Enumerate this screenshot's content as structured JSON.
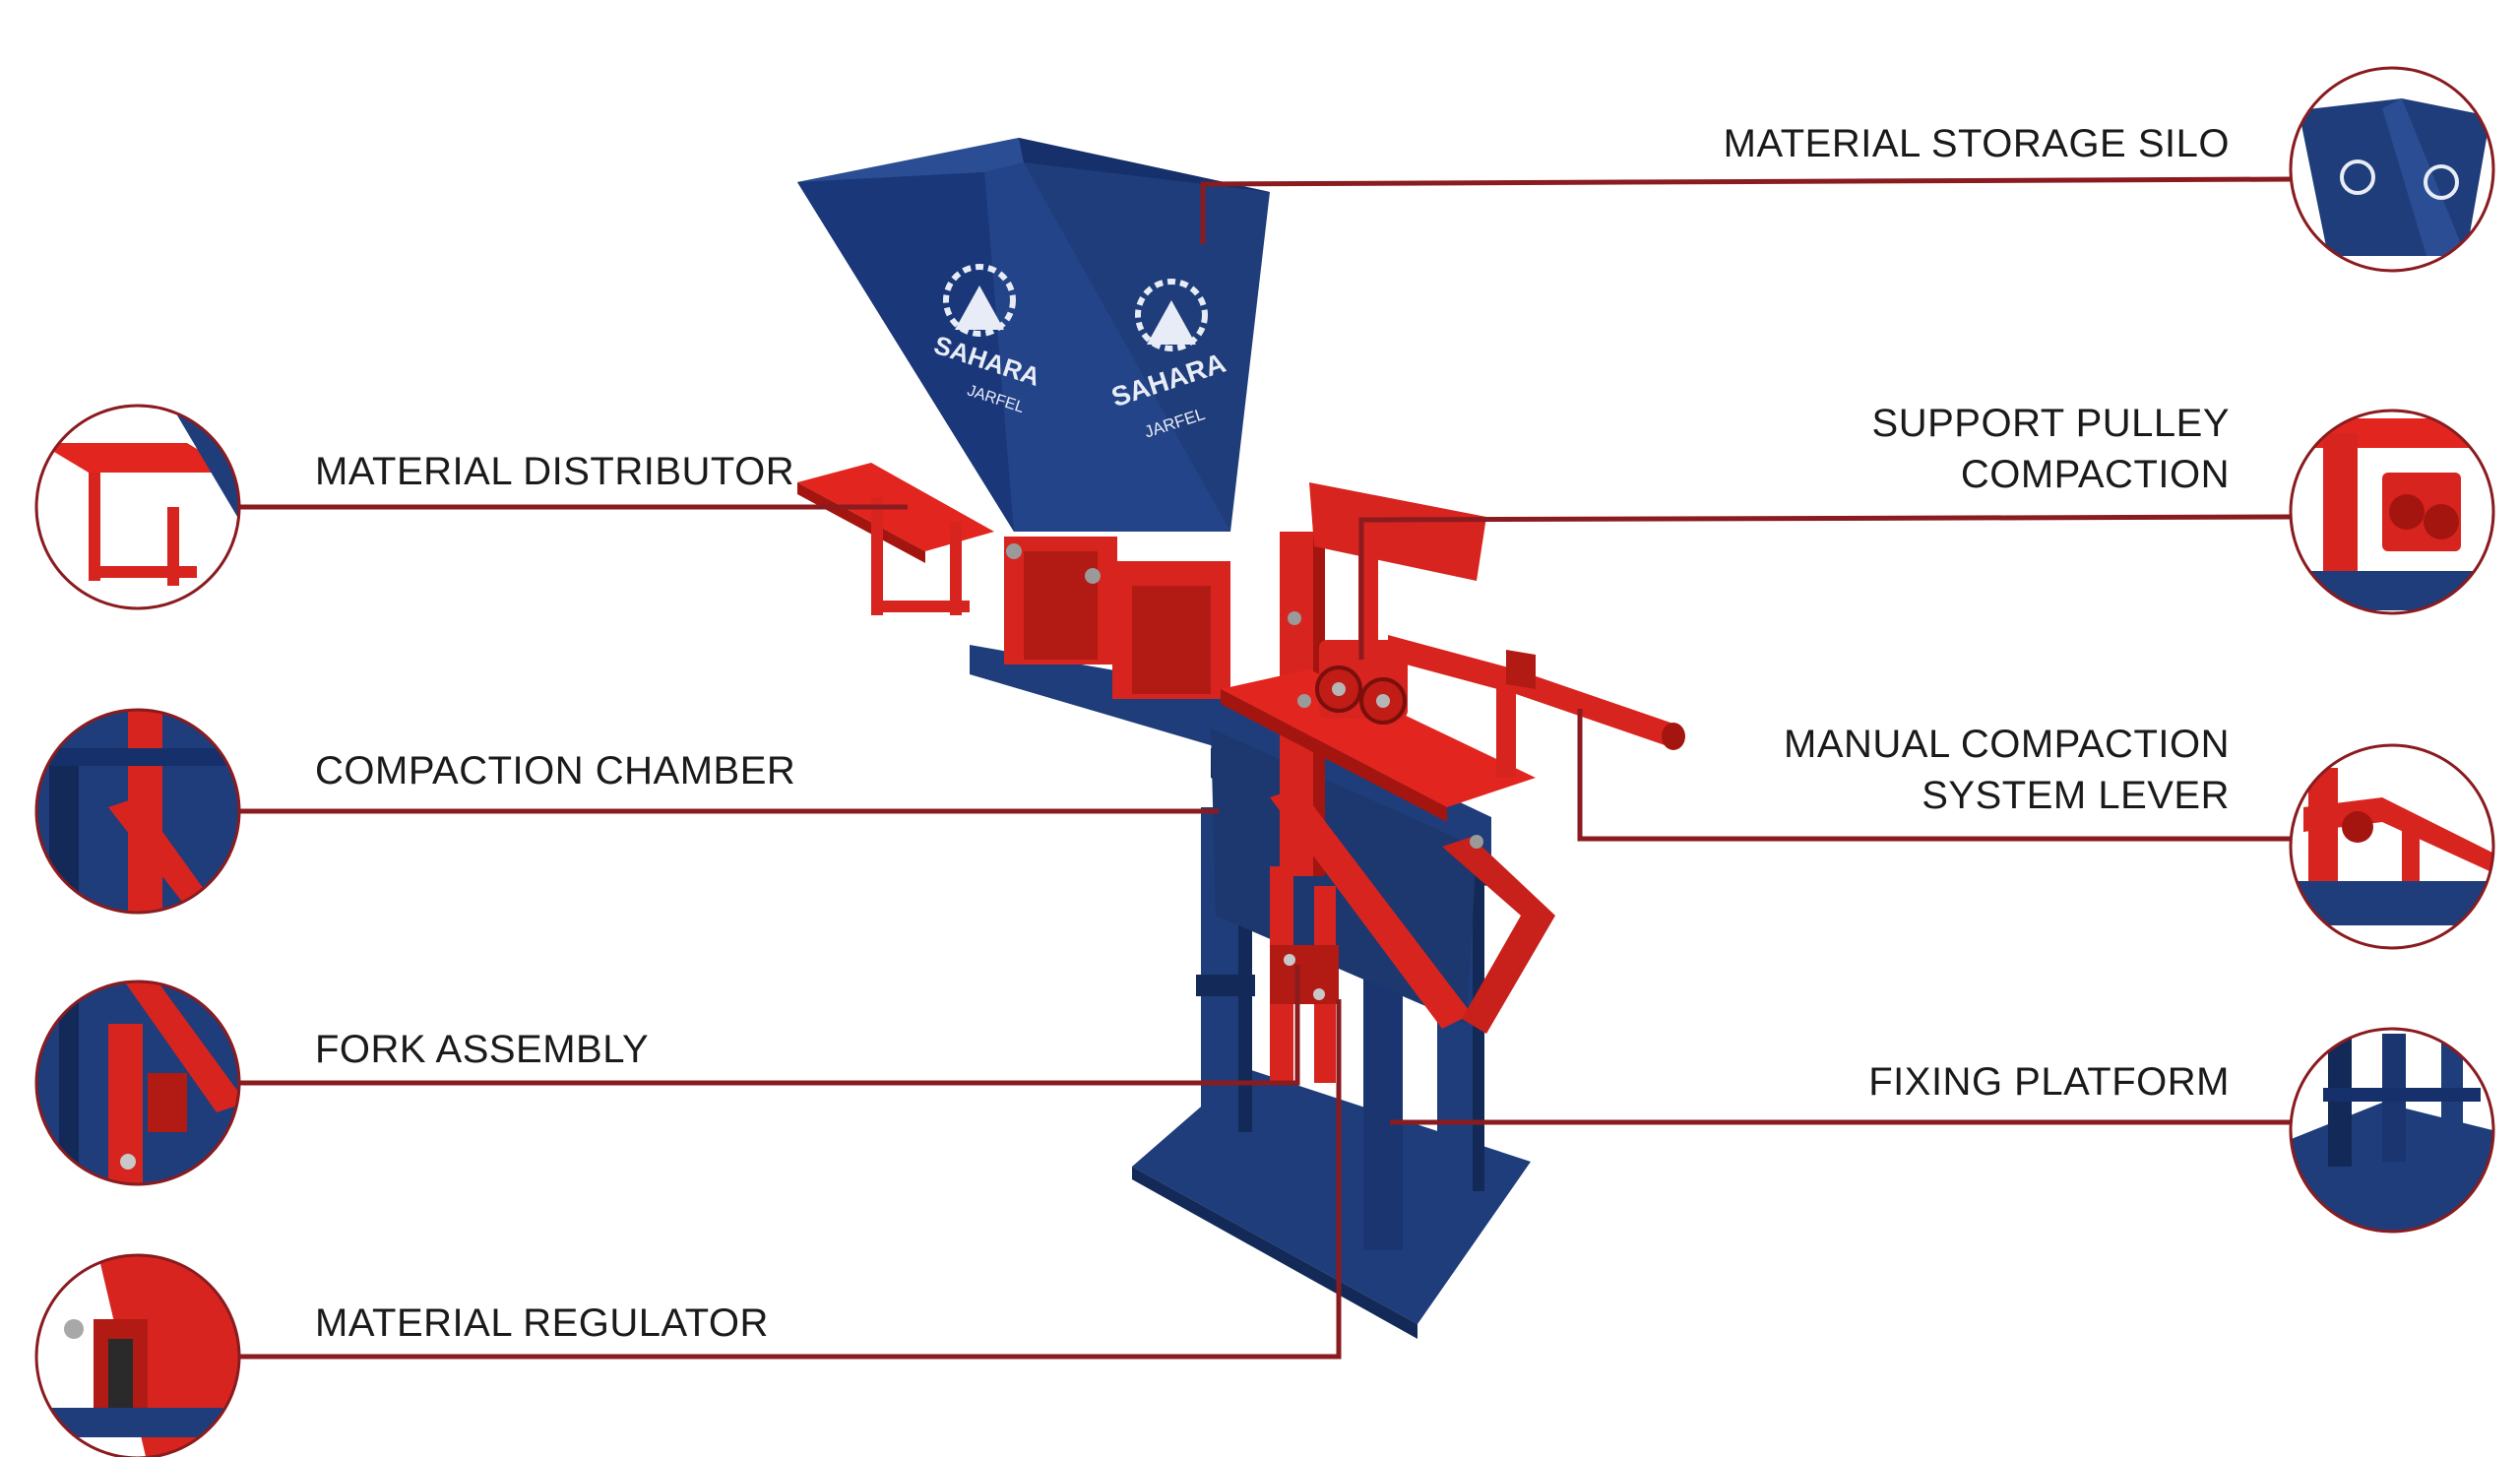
{
  "colors": {
    "leader": "#8a1b1f",
    "machine_blue": "#1f3d7a",
    "machine_blue_dark": "#132a58",
    "machine_red": "#d8241f",
    "machine_red_dark": "#a5150f",
    "text": "#1a1a1a"
  },
  "labels": {
    "material_distributor": "MATERIAL DISTRIBUTOR",
    "compaction_chamber": "COMPACTION CHAMBER",
    "fork_assembly": "FORK ASSEMBLY",
    "material_regulator": "MATERIAL REGULATOR",
    "material_storage_silo": "MATERIAL STORAGE SILO",
    "support_pulley_line1": "SUPPORT PULLEY",
    "support_pulley_line2": "COMPACTION",
    "manual_lever_line1": "MANUAL COMPACTION",
    "manual_lever_line2": "SYSTEM LEVER",
    "fixing_platform": "FIXING PLATFORM"
  },
  "hopper_branding": {
    "brand": "SAHARA",
    "maker": "JARFEL"
  }
}
